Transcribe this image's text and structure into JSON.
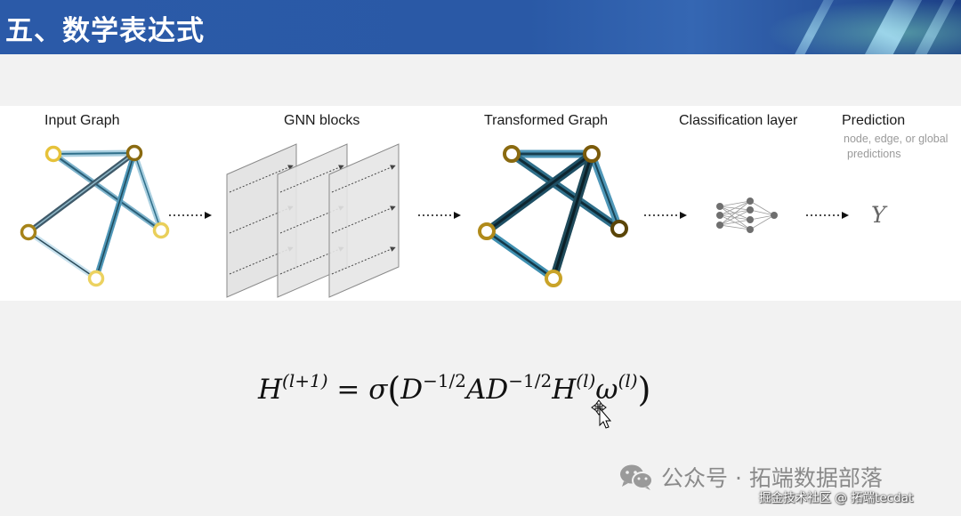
{
  "slide": {
    "title": "五、数学表达式"
  },
  "pipeline": {
    "stages": [
      {
        "id": "input",
        "label": "Input Graph"
      },
      {
        "id": "gnn",
        "label": "GNN blocks"
      },
      {
        "id": "transformed",
        "label": "Transformed Graph"
      },
      {
        "id": "classification",
        "label": "Classification layer"
      },
      {
        "id": "prediction",
        "label": "Prediction"
      }
    ],
    "prediction_note_line1": "node, edge, or global",
    "prediction_note_line2": "predictions",
    "output_symbol": "Y"
  },
  "formula": {
    "h": "H",
    "sup_left": "(l+1)",
    "equals": " = ",
    "sigma": "σ",
    "d1": "D",
    "exp1": "−1/2",
    "a": "A",
    "d2": "D",
    "exp2": "−1/2",
    "h2": "H",
    "sup_h": "(l)",
    "omega": "ω",
    "sup_w": "(l)"
  },
  "watermark": {
    "main": "公众号 · 拓端数据部落",
    "secondary": "掘金技术社区 @ 拓端tecdat"
  },
  "colors": {
    "header_blue": "#2b5aa8",
    "edge_dark": "#1f4a5a",
    "edge_light": "#7fb4cc",
    "node_gold": "#e6c23a",
    "node_dark_gold": "#8a6a10"
  }
}
